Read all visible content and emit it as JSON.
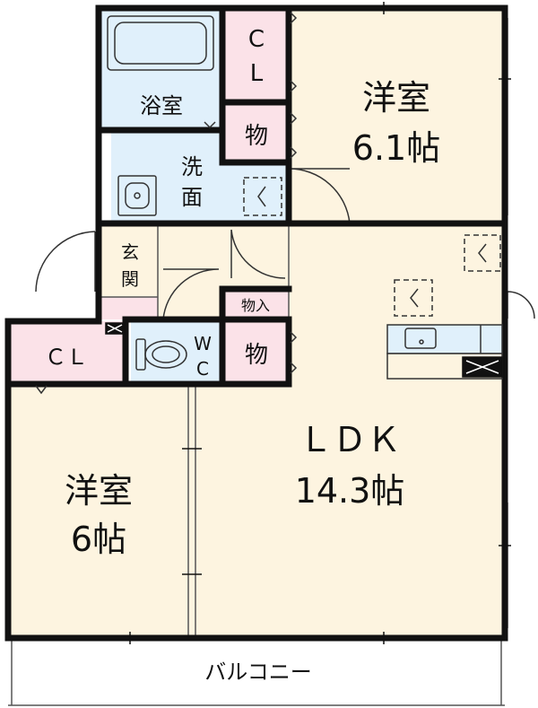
{
  "colors": {
    "room": "#fdf4e0",
    "wet": "#e0f0fb",
    "storage": "#fbe2e8",
    "wall": "#111111",
    "thin_line": "#555555"
  },
  "rooms": {
    "western_room_1": {
      "name": "洋室",
      "size": "6.1帖"
    },
    "western_room_2": {
      "name": "洋室",
      "size": "6帖"
    },
    "ldk": {
      "name": "ＬＤＫ",
      "size": "14.3帖"
    },
    "bath": {
      "name": "浴室"
    },
    "washroom": {
      "line1": "洗",
      "line2": "面"
    },
    "entrance": {
      "line1": "玄",
      "line2": "関"
    },
    "toilet": {
      "line1": "W",
      "line2": "C"
    },
    "closet_top": {
      "line1": "C",
      "line2": "L"
    },
    "closet_left": {
      "name": "ＣＬ"
    },
    "storage_1": {
      "name": "物"
    },
    "storage_2": {
      "name": "物"
    },
    "storage_in": {
      "name": "物入"
    },
    "balcony": {
      "name": "バルコニー"
    }
  },
  "icons": [
    "bathtub-icon",
    "washbasin-icon",
    "toilet-icon",
    "kitchen-counter-icon",
    "sink-icon",
    "washing-machine-pan-icon",
    "ac-icon"
  ]
}
